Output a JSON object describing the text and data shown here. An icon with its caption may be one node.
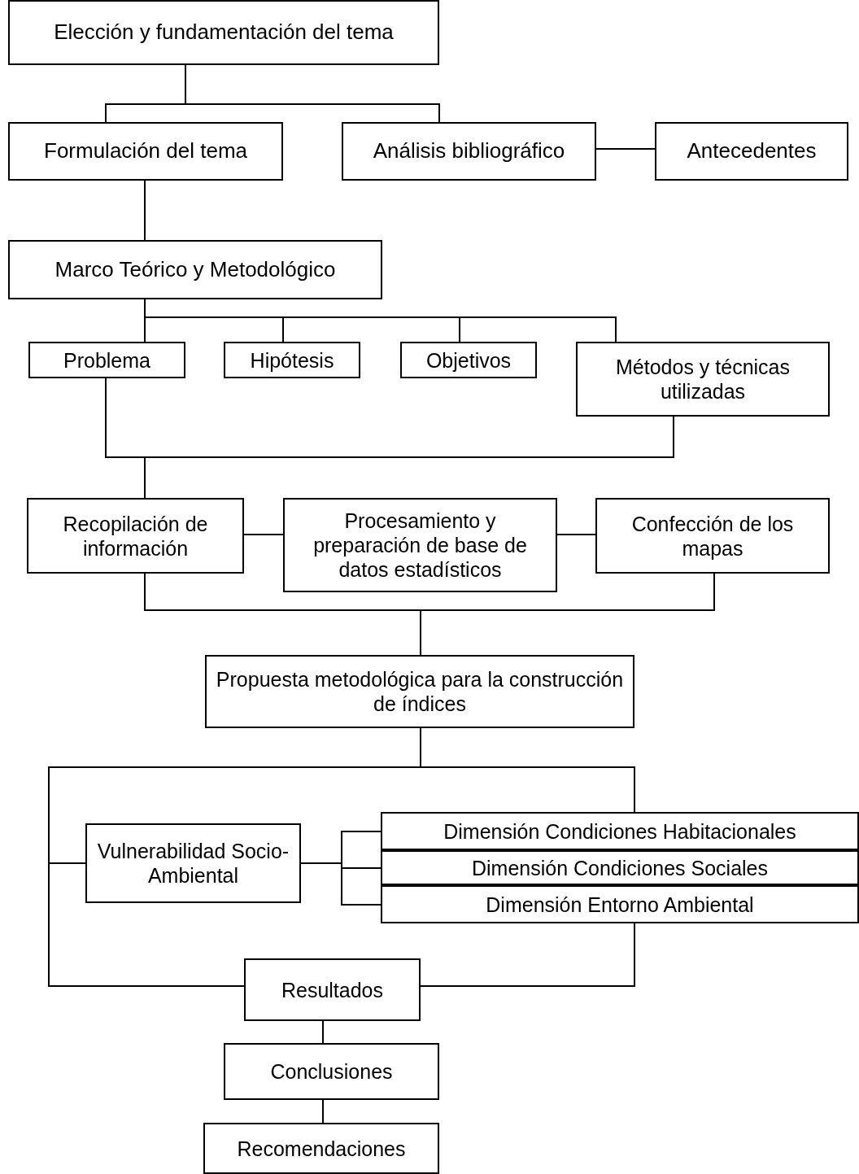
{
  "diagram": {
    "nodes": [
      {
        "text": [
          "Elección y fundamentación del tema"
        ]
      },
      {
        "text": [
          "Formulación del tema"
        ]
      },
      {
        "text": [
          "Análisis bibliográfico"
        ]
      },
      {
        "text": [
          "Antecedentes"
        ]
      },
      {
        "text": [
          "Marco Teórico y Metodológico"
        ]
      },
      {
        "text": [
          "Problema"
        ]
      },
      {
        "text": [
          "Hipótesis"
        ]
      },
      {
        "text": [
          "Objetivos"
        ]
      },
      {
        "text": [
          "Métodos y técnicas utilizadas"
        ]
      },
      {
        "text": [
          "Recopilación de información"
        ]
      },
      {
        "text": [
          "Procesamiento y preparación de base de datos estadísticos"
        ]
      },
      {
        "text": [
          "Confección de los mapas"
        ]
      },
      {
        "text": [
          "Propuesta metodológica para la construcción de índices"
        ]
      },
      {
        "text": [
          "Vulnerabilidad Socio-Ambiental"
        ]
      },
      {
        "text": [
          "Dimensión Condiciones Habitacionales"
        ]
      },
      {
        "text": [
          "Dimensión Condiciones Sociales"
        ]
      },
      {
        "text": [
          "Dimensión Entorno Ambiental"
        ]
      },
      {
        "text": [
          "Resultados"
        ]
      },
      {
        "text": [
          "Conclusiones"
        ]
      },
      {
        "text": [
          "Recomendaciones"
        ]
      }
    ],
    "edges": [
      {
        "from": 0,
        "to": 1,
        "arrow": "none"
      },
      {
        "from": 0,
        "to": 2,
        "arrow": "none"
      },
      {
        "from": 2,
        "to": 3,
        "arrow": "none"
      },
      {
        "from": 1,
        "to": 4,
        "arrow": "none"
      },
      {
        "from": 4,
        "to": 5,
        "arrow": "none"
      },
      {
        "from": 4,
        "to": 6,
        "arrow": "none"
      },
      {
        "from": 4,
        "to": 7,
        "arrow": "none"
      },
      {
        "from": 4,
        "to": 8,
        "arrow": "none"
      },
      {
        "from": 5,
        "to": 9,
        "arrow": "none"
      },
      {
        "from": 8,
        "to": 9,
        "arrow": "none"
      },
      {
        "from": 9,
        "to": 10,
        "arrow": "none"
      },
      {
        "from": 10,
        "to": 11,
        "arrow": "none"
      },
      {
        "from": 9,
        "to": 12,
        "arrow": "none"
      },
      {
        "from": 11,
        "to": 12,
        "arrow": "none"
      },
      {
        "from": 12,
        "to": 13,
        "arrow": "none"
      },
      {
        "from": 12,
        "to": 14,
        "arrow": "none"
      },
      {
        "from": 12,
        "to": 17,
        "arrow": "none"
      },
      {
        "from": 13,
        "to": 14,
        "arrow": "none"
      },
      {
        "from": 13,
        "to": 15,
        "arrow": "none"
      },
      {
        "from": 13,
        "to": 16,
        "arrow": "none"
      },
      {
        "from": 16,
        "to": 17,
        "arrow": "none"
      },
      {
        "from": 17,
        "to": 18,
        "arrow": "none"
      },
      {
        "from": 18,
        "to": 19,
        "arrow": "none"
      }
    ]
  }
}
